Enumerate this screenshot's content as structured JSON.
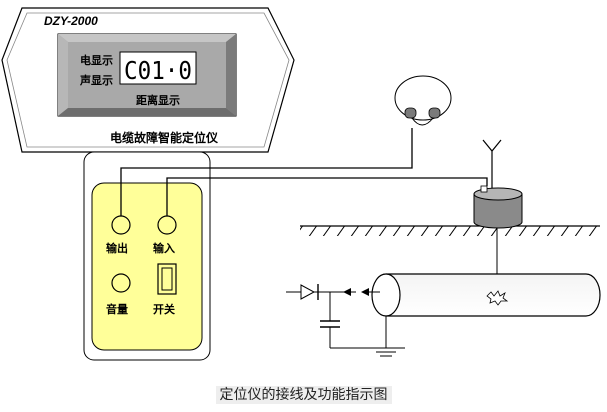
{
  "device": {
    "model": "DZY-2000",
    "title": "电缆故障智能定位仪"
  },
  "display": {
    "label_electric": "电显示",
    "label_sound": "声显示",
    "readout": "C01·0",
    "label_distance": "距离显示"
  },
  "panel": {
    "output_label": "输出",
    "input_label": "输入",
    "volume_label": "音量",
    "switch_label": "开关"
  },
  "caption": "定位仪的接线及功能指示图"
}
